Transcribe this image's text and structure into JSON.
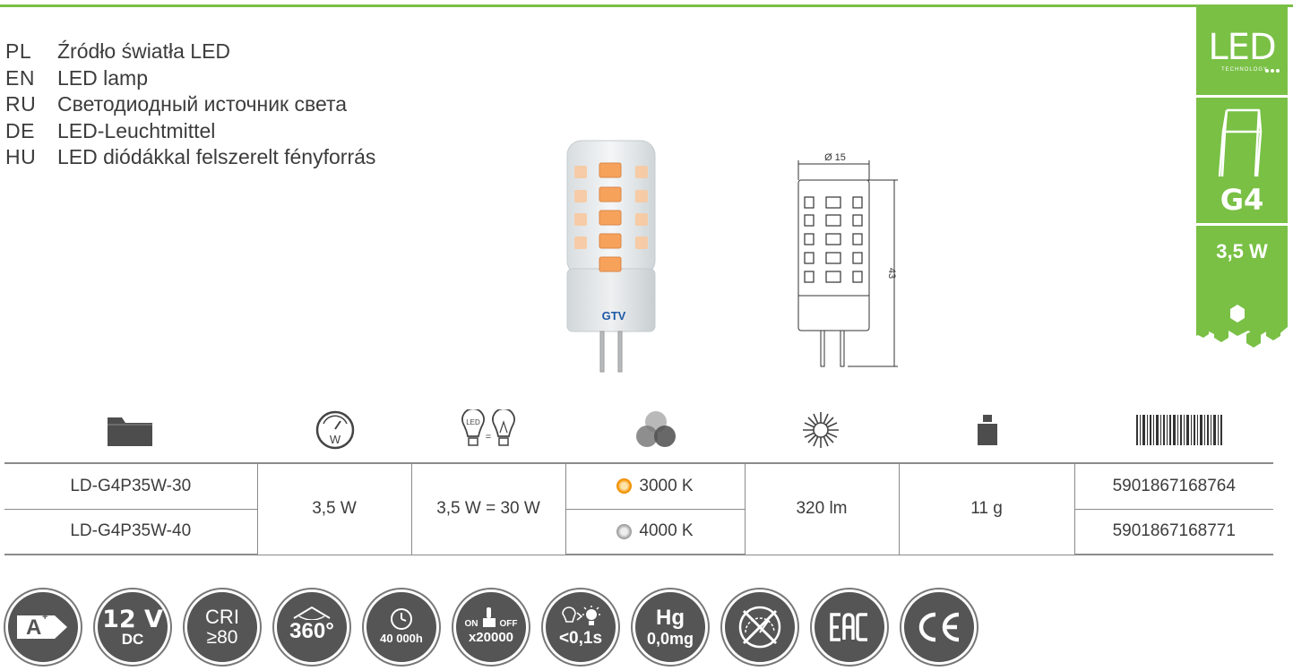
{
  "languages": [
    {
      "code": "PL",
      "text": "Źródło światła LED"
    },
    {
      "code": "EN",
      "text": "LED lamp"
    },
    {
      "code": "RU",
      "text": "Светодиодный источник света"
    },
    {
      "code": "DE",
      "text": "LED-Leuchtmittel"
    },
    {
      "code": "HU",
      "text": "LED diódákkal felszerelt fényforrás"
    }
  ],
  "badge": {
    "led": "LED",
    "technology": "TECHNOLOGY",
    "socket": "G4",
    "power": "3,5 W"
  },
  "product": {
    "brand": "GTV"
  },
  "drawing": {
    "diameter": "Ø 15",
    "height": "43"
  },
  "icons": [
    {
      "name": "folder-icon"
    },
    {
      "name": "power-meter-icon"
    },
    {
      "name": "led-equals-bulb-icon"
    },
    {
      "name": "color-temperature-icon"
    },
    {
      "name": "luminous-flux-icon"
    },
    {
      "name": "weight-icon"
    },
    {
      "name": "barcode-icon"
    }
  ],
  "table": {
    "rows": [
      {
        "model": "LD-G4P35W-30",
        "temperature": "3000 K",
        "temp_color": "#f39200",
        "ean": "5901867168764"
      },
      {
        "model": "LD-G4P35W-40",
        "temperature": "4000 K",
        "temp_color": "#9d9d9d",
        "ean": "5901867168771"
      }
    ],
    "power": "3,5 W",
    "equivalent": "3,5 W = 30 W",
    "lumen": "320 lm",
    "weight": "11 g"
  },
  "features": {
    "energy_class": "A",
    "energy_plus": "+",
    "voltage": "12 V",
    "voltage_type": "DC",
    "cri_label": "CRI",
    "cri_value": "≥80",
    "beam_angle": "360°",
    "lifetime": "40 000h",
    "switch_on": "ON",
    "switch_off": "OFF",
    "switch_cycles": "x20000",
    "start_time": "<0,1s",
    "mercury_label": "Hg",
    "mercury_value": "0,0mg"
  },
  "colors": {
    "accent_green": "#79c045",
    "icon_gray": "#555555",
    "border_gray": "#8a8a8a"
  }
}
